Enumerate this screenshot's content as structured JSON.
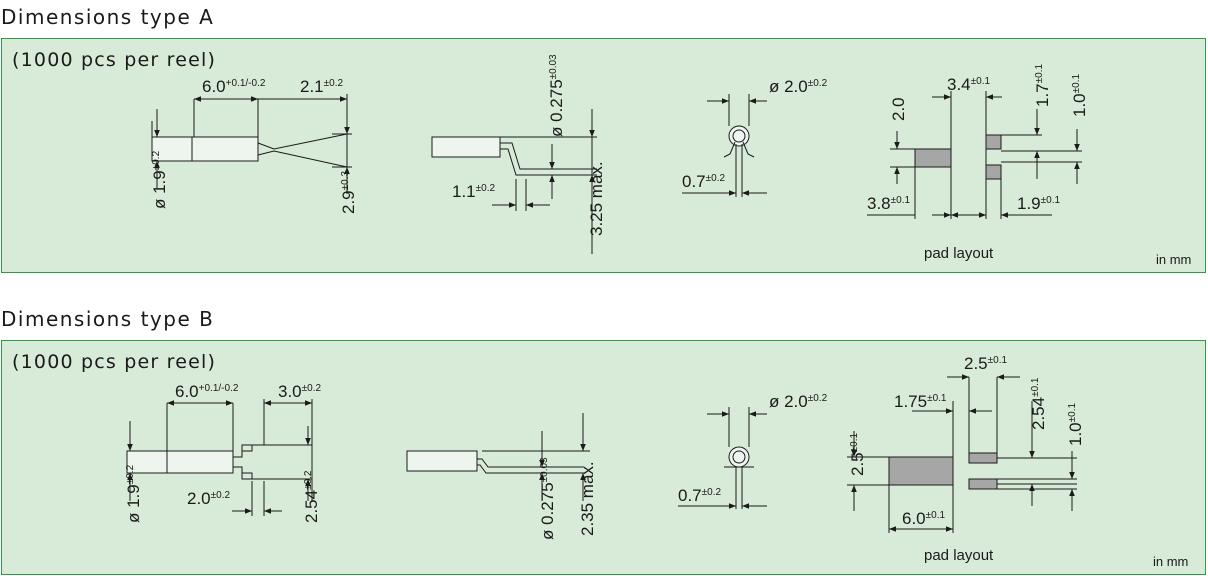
{
  "typeA": {
    "title": "Dimensions type A",
    "reel": "(1000 pcs per reel)",
    "dims": {
      "len": {
        "v": "6.0",
        "t": "+0.1/-0.2"
      },
      "lead": {
        "v": "2.1",
        "t": "±0.2"
      },
      "dia": {
        "v": "ø 1.9",
        "t": "±0.2"
      },
      "spread": {
        "v": "2.9",
        "t": "±0.3"
      },
      "wire": {
        "v": "ø 0.275",
        "t": "±0.03"
      },
      "bend": {
        "v": "1.1",
        "t": "±0.2"
      },
      "height": {
        "v": "3.25 max.",
        "t": ""
      },
      "enddia": {
        "v": "ø 2.0",
        "t": "±0.2"
      },
      "pitch": {
        "v": "0.7",
        "t": "±0.2"
      },
      "padgap": {
        "v": "3.4",
        "t": "±0.1"
      },
      "padh": {
        "v": "2.0",
        "t": ""
      },
      "pady": {
        "v": "1.7",
        "t": "±0.1"
      },
      "padsmall": {
        "v": "1.0",
        "t": "±0.1"
      },
      "padw": {
        "v": "3.8",
        "t": "±0.1"
      },
      "padsw": {
        "v": "1.9",
        "t": "±0.1"
      }
    },
    "pad_label": "pad layout",
    "unit": "in mm"
  },
  "typeB": {
    "title": "Dimensions type B",
    "reel": "(1000 pcs per reel)",
    "dims": {
      "len": {
        "v": "6.0",
        "t": "+0.1/-0.2"
      },
      "lead": {
        "v": "3.0",
        "t": "±0.2"
      },
      "dia": {
        "v": "ø 1.9",
        "t": "±0.2"
      },
      "off": {
        "v": "2.0",
        "t": "±0.2"
      },
      "spread": {
        "v": "2.54",
        "t": "±0.2"
      },
      "wire": {
        "v": "ø 0.275",
        "t": "±0.03"
      },
      "height": {
        "v": "2.35 max.",
        "t": ""
      },
      "enddia": {
        "v": "ø 2.0",
        "t": "±0.2"
      },
      "pitch": {
        "v": "0.7",
        "t": "±0.2"
      },
      "padtop": {
        "v": "2.5",
        "t": "±0.1"
      },
      "padgap": {
        "v": "1.75",
        "t": "±0.1"
      },
      "pady": {
        "v": "2.54",
        "t": "±0.1"
      },
      "padsmall": {
        "v": "1.0",
        "t": "±0.1"
      },
      "padh": {
        "v": "2.5",
        "t": "±0.1"
      },
      "padw": {
        "v": "6.0",
        "t": "±0.1"
      }
    },
    "pad_label": "pad layout",
    "unit": "in mm"
  }
}
